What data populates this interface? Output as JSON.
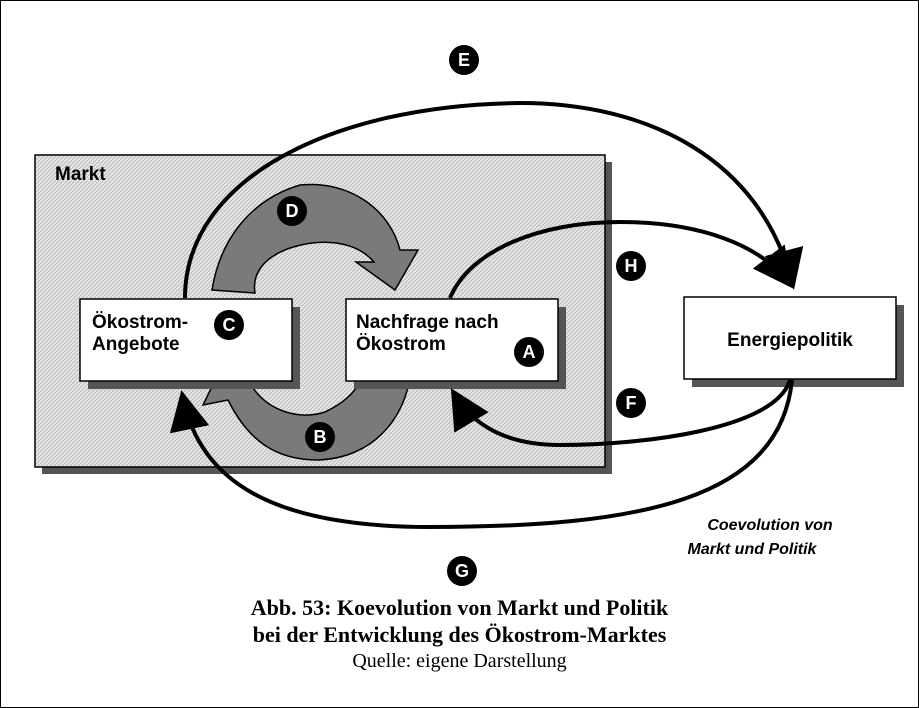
{
  "diagram": {
    "market_label": "Markt",
    "boxes": {
      "supply": [
        "Ökostrom-",
        "Angebote"
      ],
      "demand": [
        "Nachfrage nach",
        "Ökostrom"
      ],
      "policy": "Energiepolitik"
    },
    "badges": {
      "A": "A",
      "B": "B",
      "C": "C",
      "D": "D",
      "E": "E",
      "F": "F",
      "G": "G",
      "H": "H"
    },
    "note": [
      "Coevolution von",
      "Markt und Politik"
    ]
  },
  "caption": {
    "line1": "Abb. 53: Koevolution von Markt und Politik",
    "line2": "bei der Entwicklung des Ökostrom-Marktes",
    "source": "Quelle: eigene Darstellung"
  }
}
